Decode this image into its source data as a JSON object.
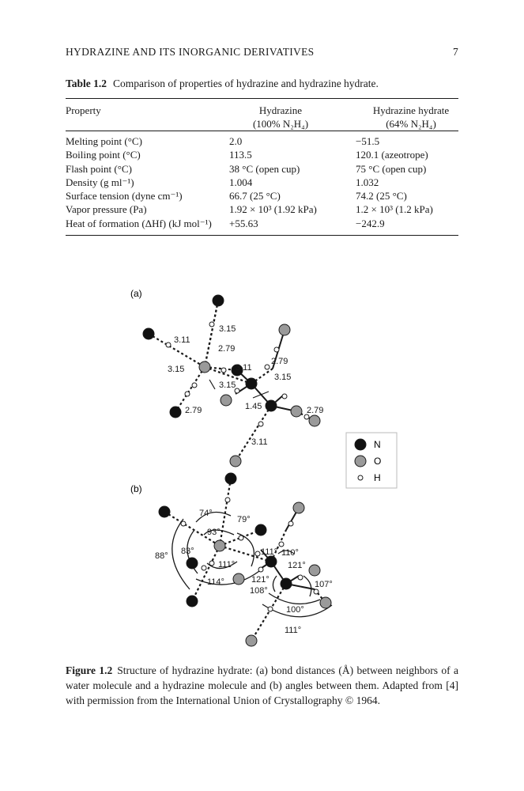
{
  "running_head": {
    "title": "HYDRAZINE AND ITS INORGANIC DERIVATIVES",
    "page": "7"
  },
  "table": {
    "label": "Table 1.2",
    "caption": "Comparison of properties of hydrazine and hydrazine hydrate.",
    "headers": {
      "property": "Property",
      "hydrazine": "Hydrazine",
      "hydrazine_sub": "(100% N₂H₄)",
      "hydrate": "Hydrazine hydrate",
      "hydrate_sub": "(64% N₂H₄)"
    },
    "rows": [
      {
        "property": "Melting point (°C)",
        "hydrazine": "2.0",
        "hydrate": "−51.5"
      },
      {
        "property": "Boiling point (°C)",
        "hydrazine": "113.5",
        "hydrate": "120.1 (azeotrope)"
      },
      {
        "property": "Flash point (°C)",
        "hydrazine": "38 °C (open cup)",
        "hydrate": "75 °C (open cup)"
      },
      {
        "property": "Density (g ml⁻¹)",
        "hydrazine": "1.004",
        "hydrate": "1.032"
      },
      {
        "property": "Surface tension (dyne cm⁻¹)",
        "hydrazine": "66.7 (25 °C)",
        "hydrate": "74.2 (25 °C)"
      },
      {
        "property": "Vapor pressure (Pa)",
        "hydrazine": "1.92 × 10³ (1.92 kPa)",
        "hydrate": "1.2 × 10³ (1.2 kPa)"
      },
      {
        "property": "Heat of formation (ΔHf) (kJ mol⁻¹)",
        "hydrazine": "+55.63",
        "hydrate": "−242.9"
      }
    ]
  },
  "figure": {
    "panel_a": "(a)",
    "panel_b": "(b)",
    "legend": {
      "n": "N",
      "o": "O",
      "h": "H"
    },
    "colors": {
      "nitrogen": "#111111",
      "oxygen": "#9a9a9a",
      "hydrogen": "#ffffff"
    },
    "distances": [
      "3.15",
      "3.11",
      "2.79",
      "2.79",
      "3.15",
      "3.11",
      "3.15",
      "3.15",
      "1.45",
      "2.79",
      "2.79",
      "3.11"
    ],
    "angles": [
      "74°",
      "79°",
      "93°",
      "83°",
      "88°",
      "111°",
      "114°",
      "111°",
      "110°",
      "121°",
      "121°",
      "108°",
      "107°",
      "100°",
      "111°"
    ],
    "label": "Figure 1.2",
    "caption": "Structure of hydrazine hydrate: (a) bond distances (Å) between neighbors of a water molecule and a hydrazine molecule and (b) angles between them. Adapted from [4] with permission from the International Union of Crystallography © 1964."
  }
}
